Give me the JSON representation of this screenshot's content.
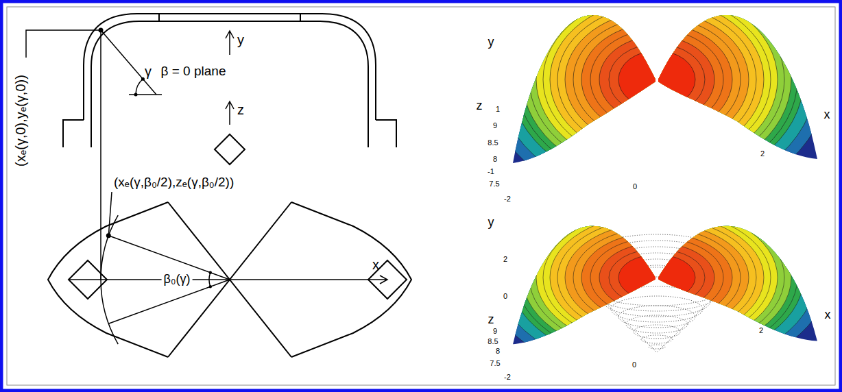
{
  "diagram": {
    "labels": [
      "(xₑ(γ,0),yₑ(γ,0))",
      "γ",
      "β = 0 plane",
      "y",
      "z",
      "(xₑ(γ,β₀/2),zₑ(γ,β₀/2))",
      "β₀(γ)",
      "x",
      "y",
      "z",
      "x",
      "1",
      "9",
      "8.5",
      "8",
      "-1",
      "7.5",
      "-2",
      "0",
      "2",
      "y",
      "2",
      "0",
      "z",
      "9",
      "8.5",
      "8",
      "7.5",
      "-2",
      "0",
      "2",
      "x"
    ]
  }
}
